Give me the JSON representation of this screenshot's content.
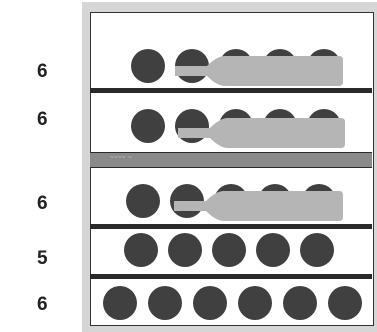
{
  "rows": [
    {
      "count_label": "6",
      "bottles_upright": 5,
      "has_lying_bottle": true
    },
    {
      "count_label": "6",
      "bottles_upright": 5,
      "has_lying_bottle": true
    },
    {
      "count_label": "6",
      "bottles_upright": 5,
      "has_lying_bottle": true
    },
    {
      "count_label": "5",
      "bottles_upright": 5,
      "has_lying_bottle": false
    },
    {
      "count_label": "6",
      "bottles_upright": 6,
      "has_lying_bottle": false
    }
  ],
  "colors": {
    "bottle_end": "#404040",
    "lying_bottle": "#b5b5b5",
    "shelf": "#2a2a2a",
    "frame": "#d6d6d6"
  }
}
